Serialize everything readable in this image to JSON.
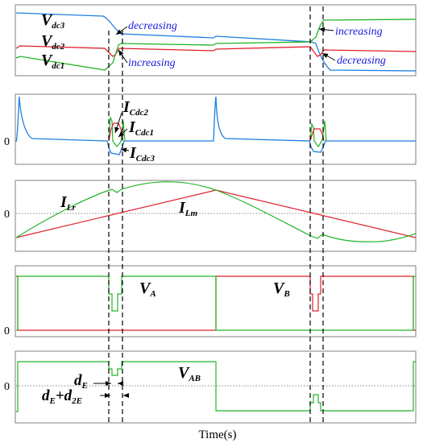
{
  "colors": {
    "blue": "#1f7ee0",
    "red": "#e0202c",
    "green": "#22b526",
    "annotation": "#1a1adc",
    "frame": "#808080",
    "guide": "#000000"
  },
  "panel1": {
    "v3": {
      "main": "V",
      "sub": "dc3"
    },
    "v2": {
      "main": "V",
      "sub": "dc2"
    },
    "v1": {
      "main": "V",
      "sub": "dc1"
    },
    "ann_dec_left": "decreasing",
    "ann_inc_left": "increasing",
    "ann_inc_right": "increasing",
    "ann_dec_right": "decreasing"
  },
  "panel2": {
    "zero": "0",
    "i2": {
      "main": "I",
      "sub": "Cdc2"
    },
    "i1": {
      "main": "I",
      "sub": "Cdc1"
    },
    "i3": {
      "main": "I",
      "sub": "Cdc3"
    }
  },
  "panel3": {
    "zero": "0",
    "ilr": {
      "main": "I",
      "sub": "Lr"
    },
    "ilm": {
      "main": "I",
      "sub": "Lm"
    }
  },
  "panel4": {
    "zero": "0",
    "va": {
      "main": "V",
      "sub": "A"
    },
    "vb": {
      "main": "V",
      "sub": "B"
    }
  },
  "panel5": {
    "zero": "0",
    "vab": {
      "main": "V",
      "sub": "AB"
    },
    "de": {
      "main": "d",
      "sub": "E"
    },
    "de2": {
      "main1": "d",
      "sub1": "E",
      "plus": "+",
      "main2": "d",
      "sub2": "2E"
    }
  },
  "x_axis_label": "Time(s)"
}
